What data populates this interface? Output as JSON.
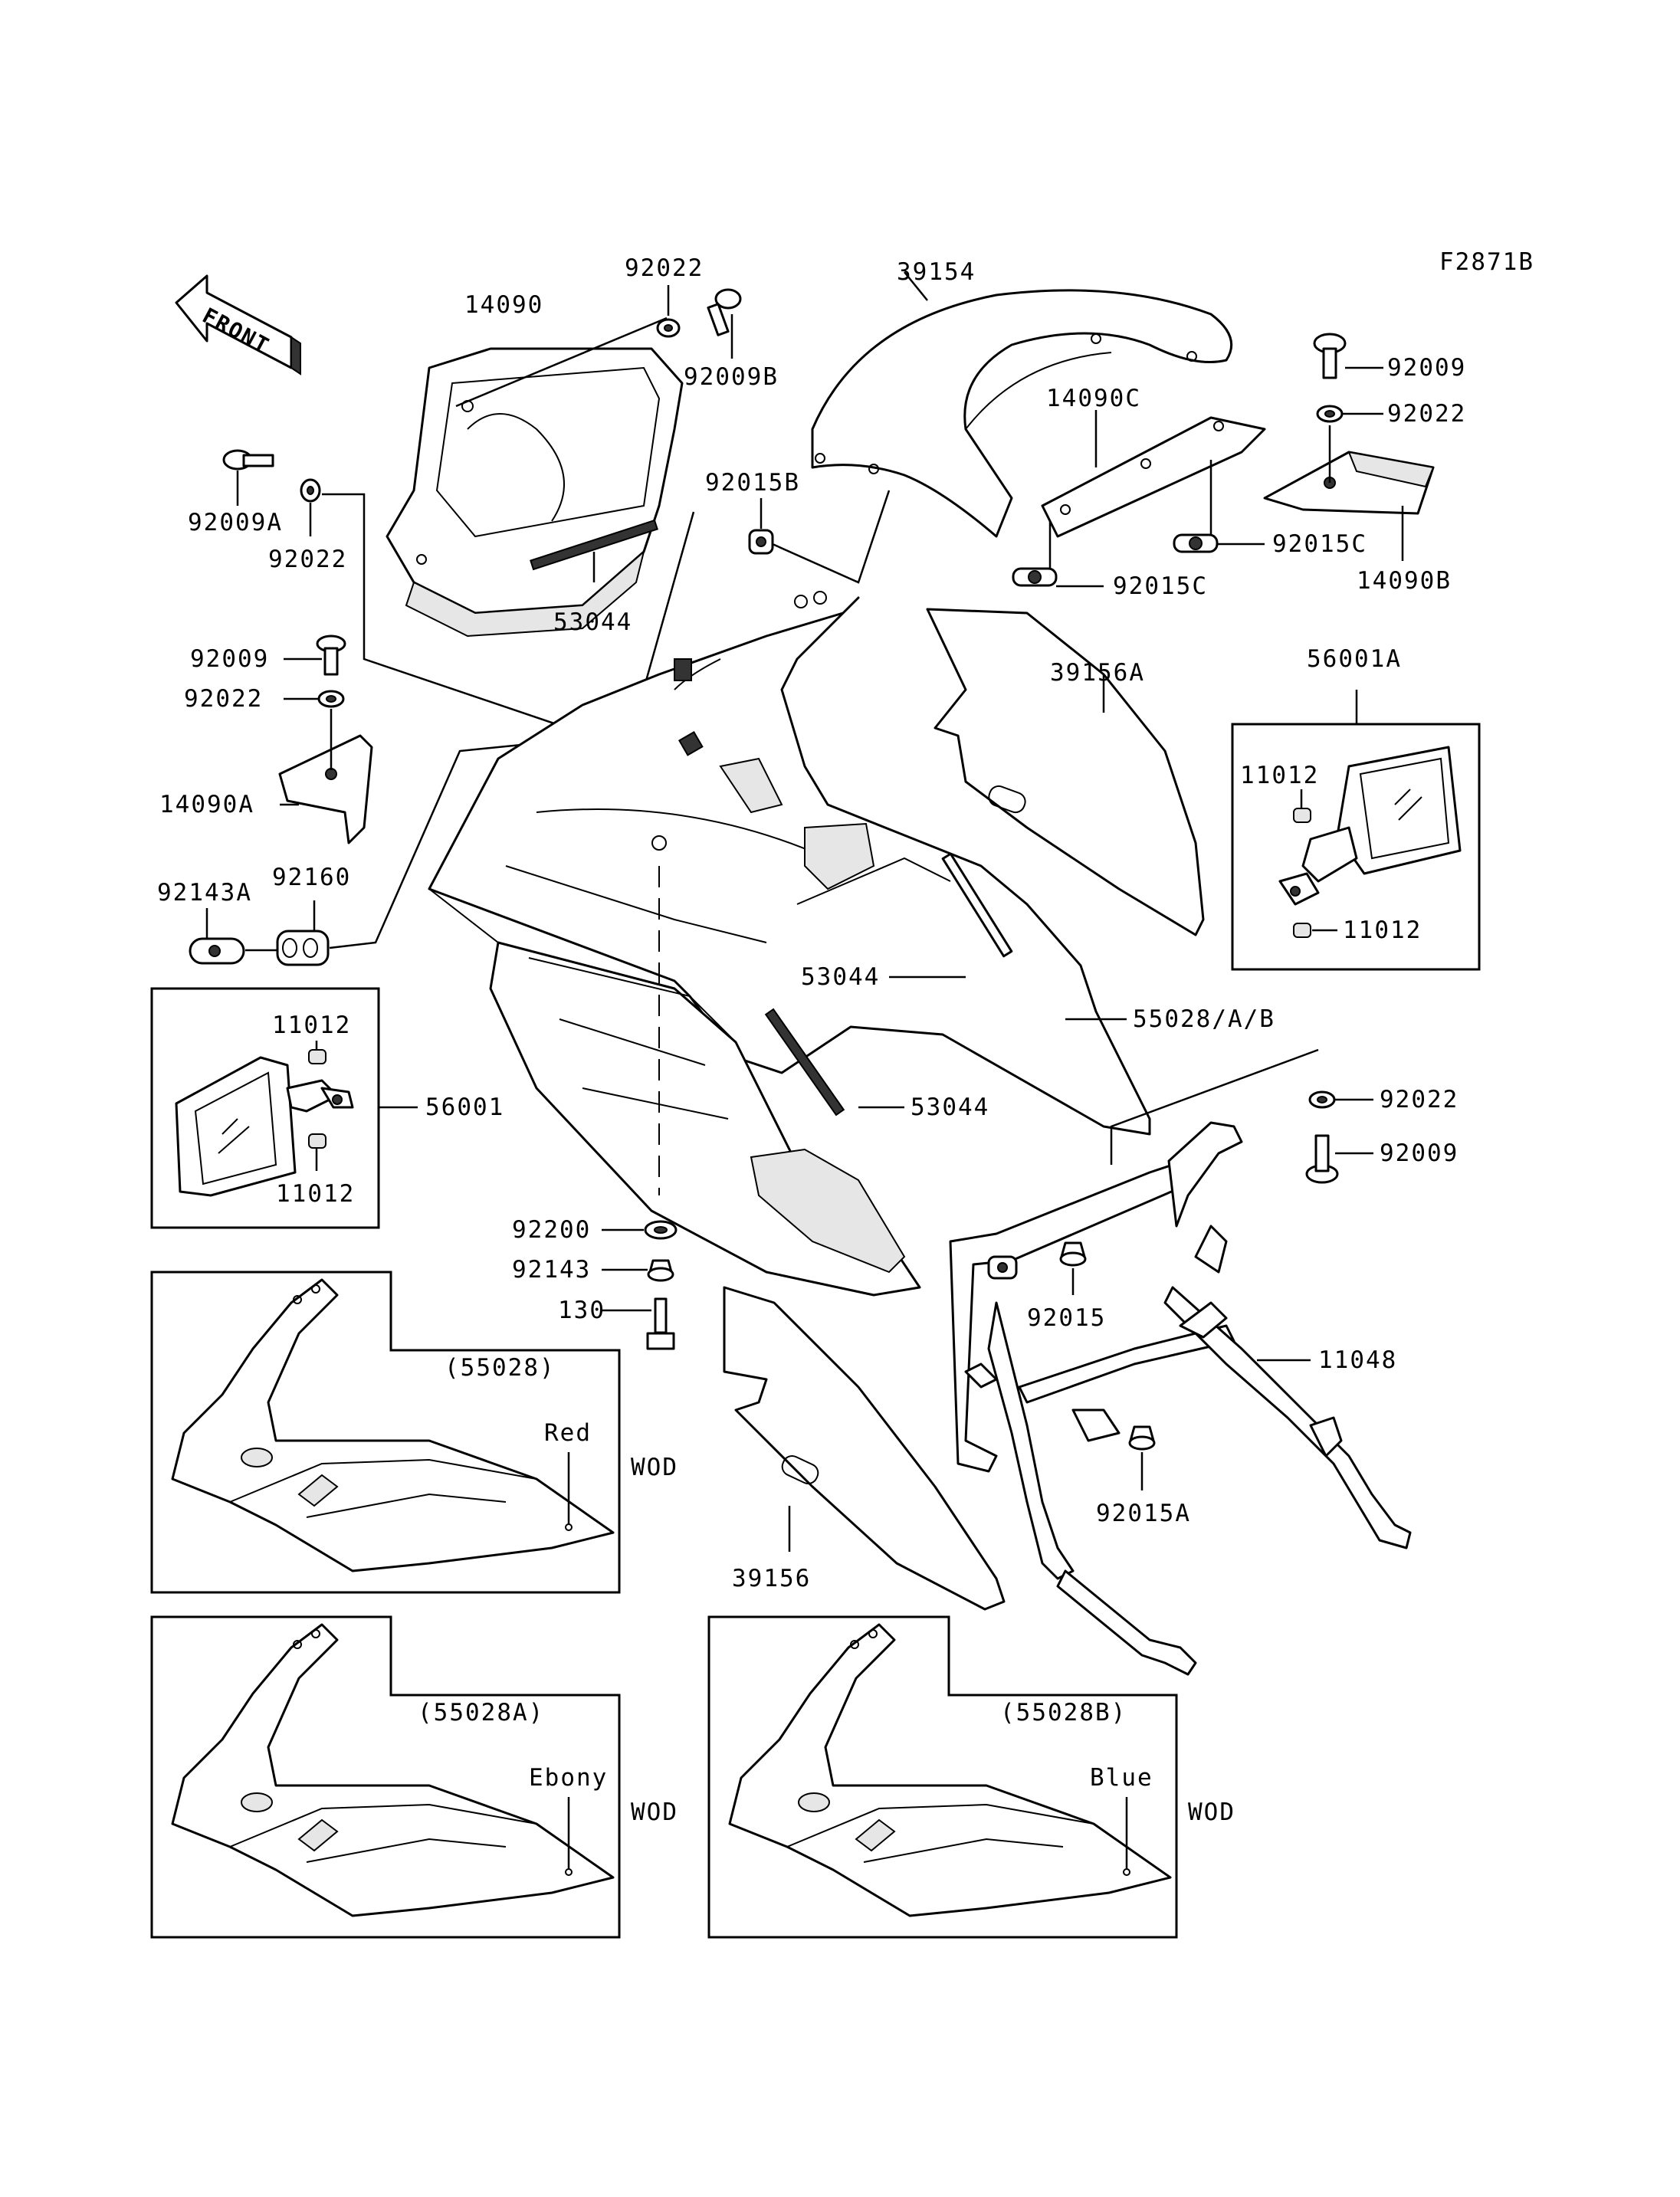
{
  "figure_code": "F2871B",
  "front_arrow": "FRONT",
  "labels": {
    "p92022_top": "92022",
    "p14090": "14090",
    "p92009B": "92009B",
    "p39154": "39154",
    "p14090C": "14090C",
    "p92009_tr": "92009",
    "p92022_tr": "92022",
    "p92009A": "92009A",
    "p92022_l": "92022",
    "p92015B": "92015B",
    "p92015C_a": "92015C",
    "p92015C_b": "92015C",
    "p14090B": "14090B",
    "p53044_top": "53044",
    "p92009_l": "92009",
    "p92022_l2": "92022",
    "p39156A": "39156A",
    "p56001A": "56001A",
    "p11012_r1": "11012",
    "p11012_r2": "11012",
    "p14090A": "14090A",
    "p92143A": "92143A",
    "p92160": "92160",
    "p53044_mid": "53044",
    "p55028AB": "55028/A/B",
    "p11012_l1": "11012",
    "p56001": "56001",
    "p11012_l2": "11012",
    "p53044_low": "53044",
    "p92022_r3": "92022",
    "p92009_r3": "92009",
    "p92200": "92200",
    "p92143": "92143",
    "p130": "130",
    "p92015": "92015",
    "p11048": "11048",
    "p92015A": "92015A",
    "p39156": "39156"
  },
  "variants": [
    {
      "code": "(55028)",
      "color": "Red",
      "finish": "WOD"
    },
    {
      "code": "(55028A)",
      "color": "Ebony",
      "finish": "WOD"
    },
    {
      "code": "(55028B)",
      "color": "Blue",
      "finish": "WOD"
    }
  ]
}
